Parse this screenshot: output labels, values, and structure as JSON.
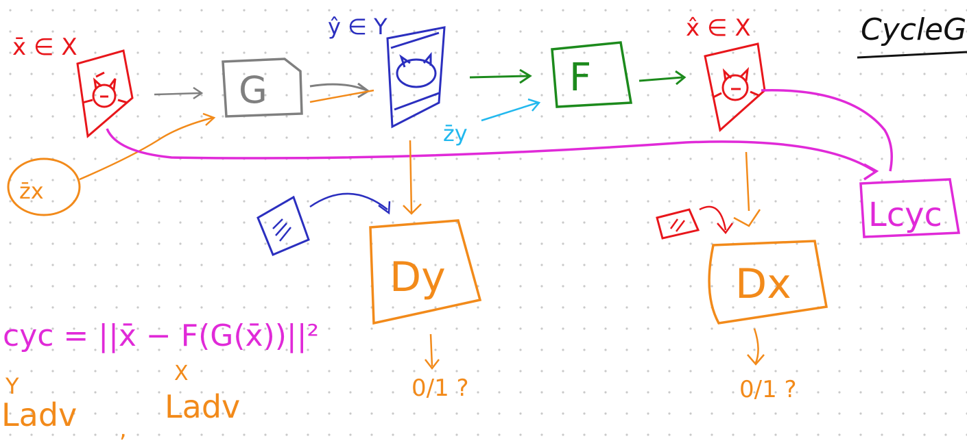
{
  "title": "CycleG",
  "colors": {
    "x_domain": "#e8161b",
    "y_domain": "#2b2fbf",
    "generator_G": "#7f7f7f",
    "generator_F": "#1c8a1c",
    "noise_x": "#f28a1a",
    "noise_y": "#22b8ee",
    "discriminator": "#f28a1a",
    "cycle_loss": "#e02ad8",
    "grid_dot": "#c9c9c9"
  },
  "nodes": {
    "x_label": "x̄ ∈ X",
    "y_hat_label": "ŷ ∈ Y",
    "x_hat_label": "x̂ ∈ X",
    "G": "G",
    "F": "F",
    "z_x": "z̄x",
    "z_y": "z̄y",
    "D_y": "Dy",
    "D_x": "Dx",
    "L_cyc": "Lcyc",
    "out_y": "0/1 ?",
    "out_x": "0/1 ?"
  },
  "formulas": {
    "cycle_loss": "cyc = ||x̄ − F(G(x̄))||²",
    "adv_y_sup": "Y",
    "adv_y": "Ladv",
    "separator": ",",
    "adv_x_sup": "X",
    "adv_x": "Ladv"
  }
}
